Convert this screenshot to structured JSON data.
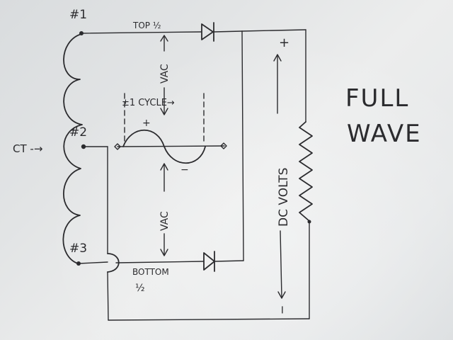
{
  "labels": {
    "tap1": "#1",
    "tap2": "#2",
    "tap3": "#3",
    "ct": "CT -→",
    "top_half": "TOP ½",
    "bottom": "BOTTOM",
    "bottom_half": "½",
    "vac_top": "VAC",
    "vac_bottom": "VAC",
    "one_cycle": "±1 CYCLE→",
    "plus_wave": "+",
    "minus_wave": "−",
    "dc_volts": "DC VOLTS",
    "plus_output": "+",
    "minus_output": "−",
    "title_line1": "FULL",
    "title_line2": "WAVE"
  },
  "colors": {
    "ink": "#2b2b2e",
    "paper": "#e6e8e9"
  }
}
